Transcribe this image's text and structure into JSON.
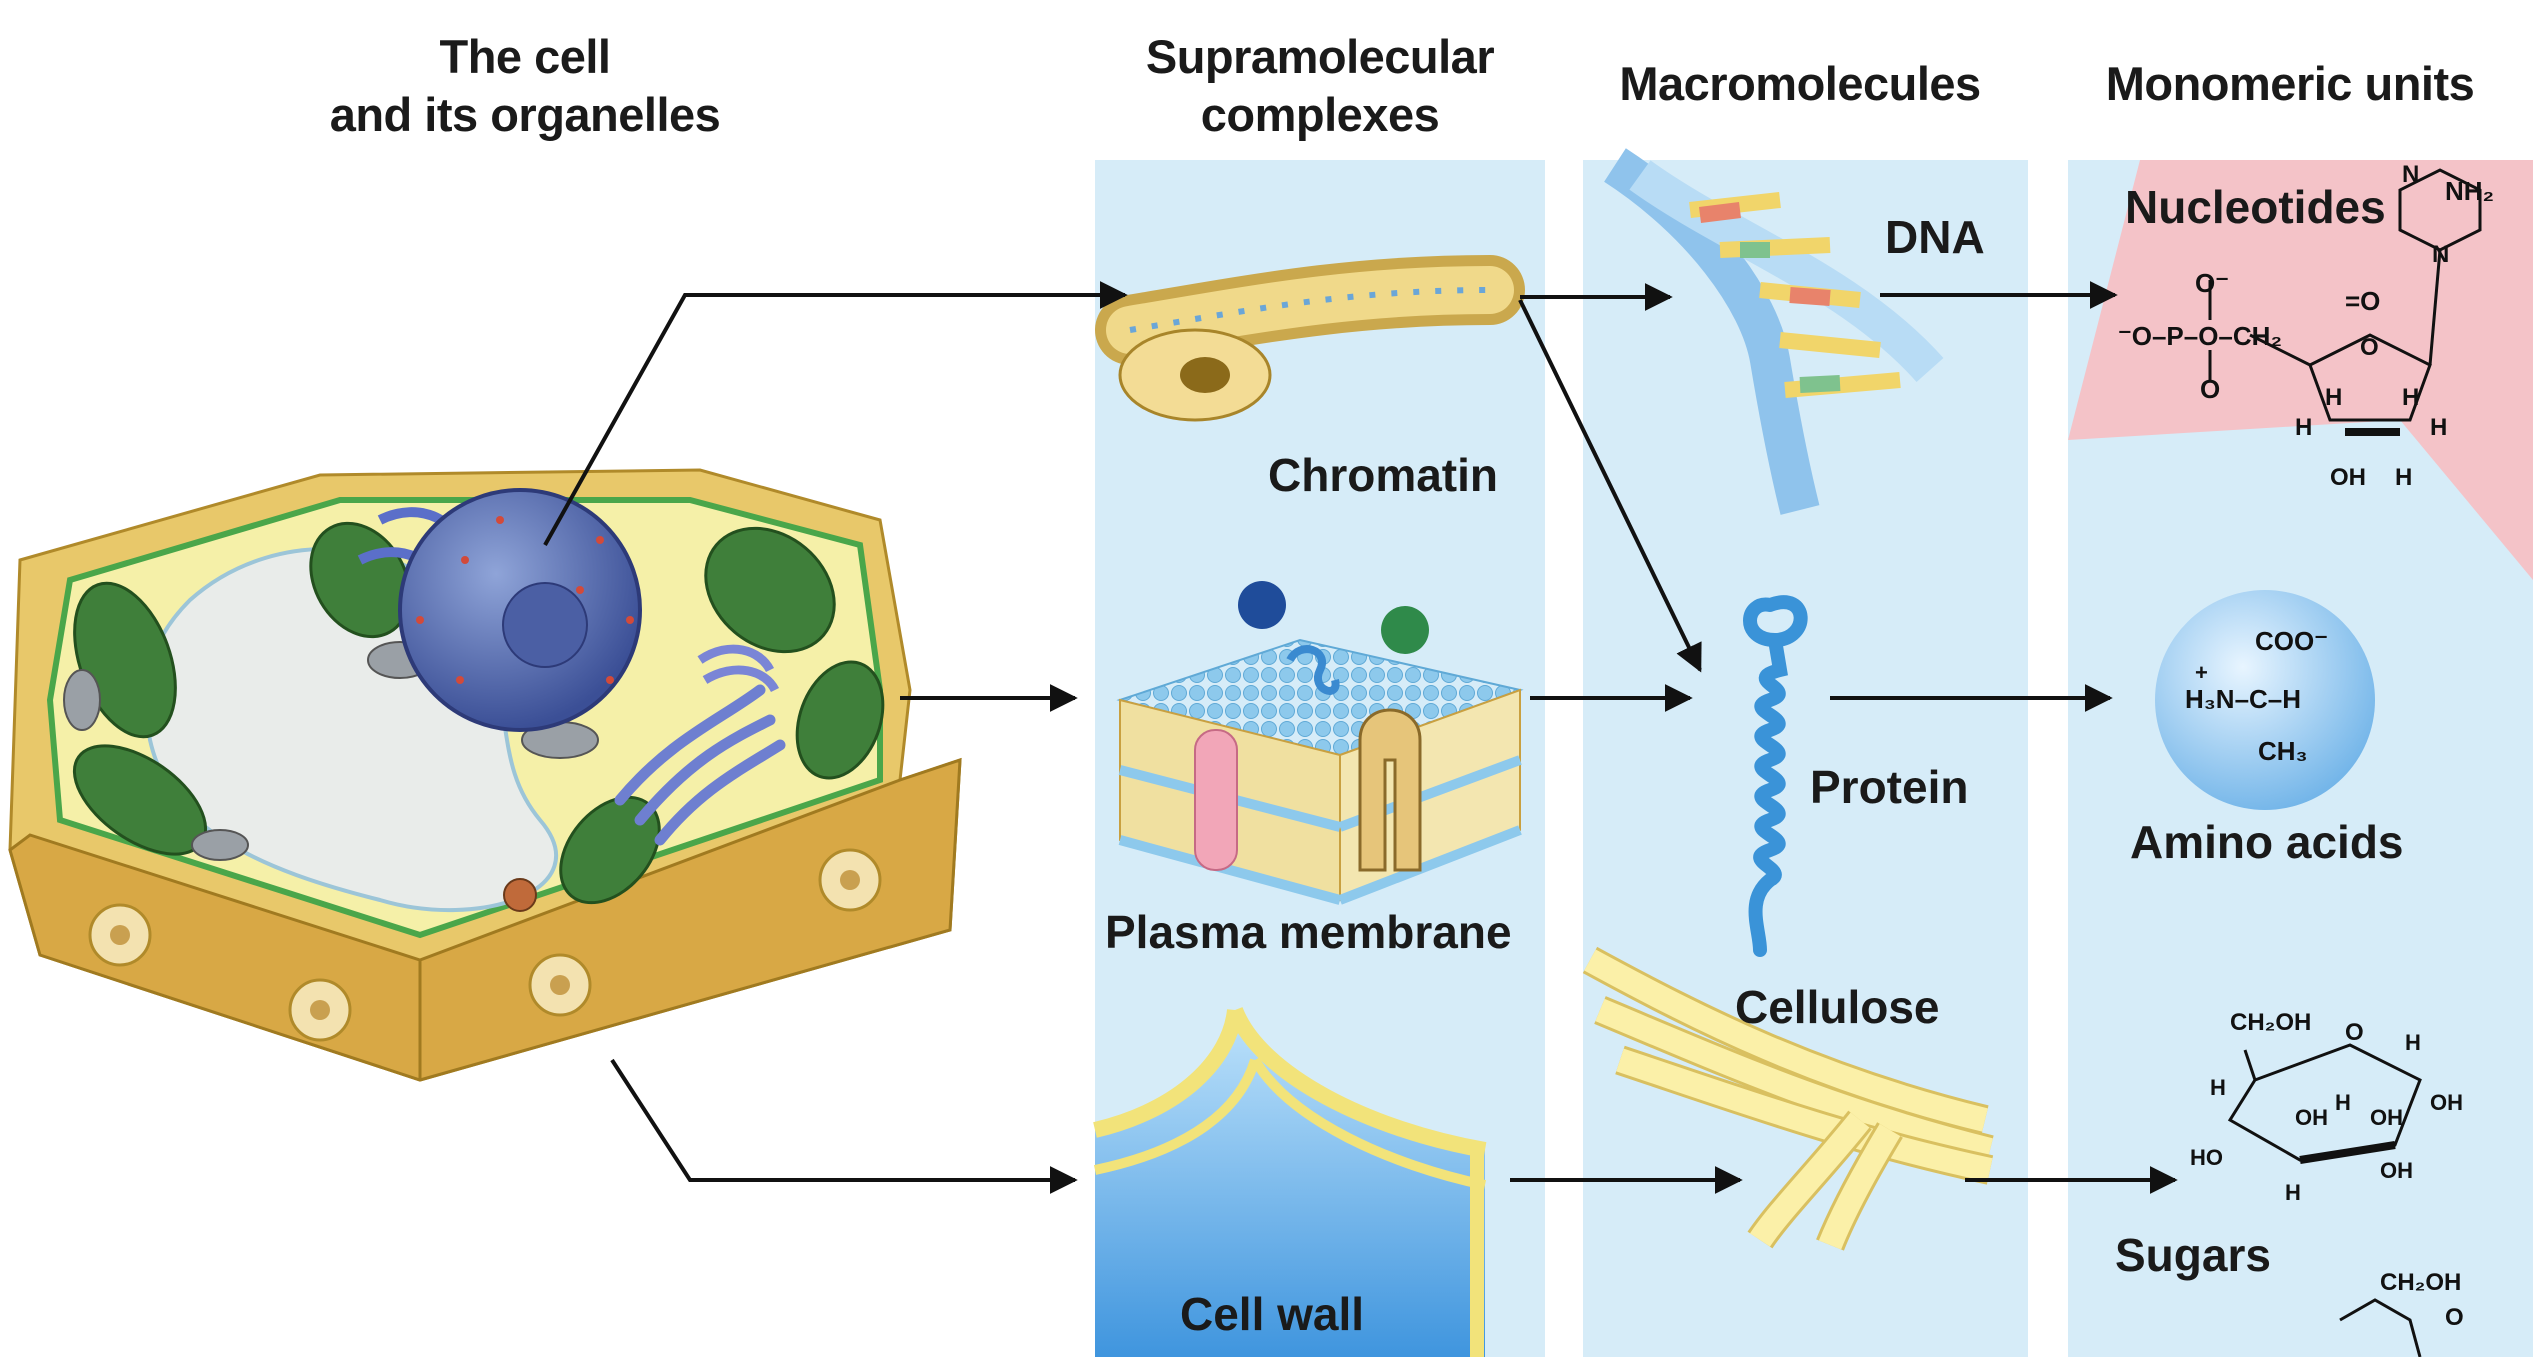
{
  "columns": {
    "cell": [
      "The cell",
      "and its organelles"
    ],
    "supra": [
      "Supramolecular",
      "complexes"
    ],
    "macro": "Macromolecules",
    "mono": "Monomeric units"
  },
  "labels": {
    "chromatin": "Chromatin",
    "plasma_membrane": "Plasma membrane",
    "cell_wall": "Cell wall",
    "dna": "DNA",
    "protein": "Protein",
    "cellulose": "Cellulose",
    "nucleotides": "Nucleotides",
    "amino_acids": "Amino acids",
    "sugars": "Sugars"
  },
  "chem": {
    "nh2": "NH₂",
    "o_minus": "O⁻",
    "phosphate": "⁻O–P–O–CH₂",
    "o": "O",
    "n": "N",
    "h": "H",
    "oh": "OH",
    "ho": "HO",
    "coo": "COO⁻",
    "h3n": "H₃N–C–H",
    "plus": "+",
    "ch3": "CH₃",
    "ch2oh": "CH₂OH",
    "eq_o": "=O"
  },
  "colors": {
    "panel": "#d6ecf8",
    "nucleotide_bg": "#f4c3c8",
    "arrow": "#111111"
  }
}
